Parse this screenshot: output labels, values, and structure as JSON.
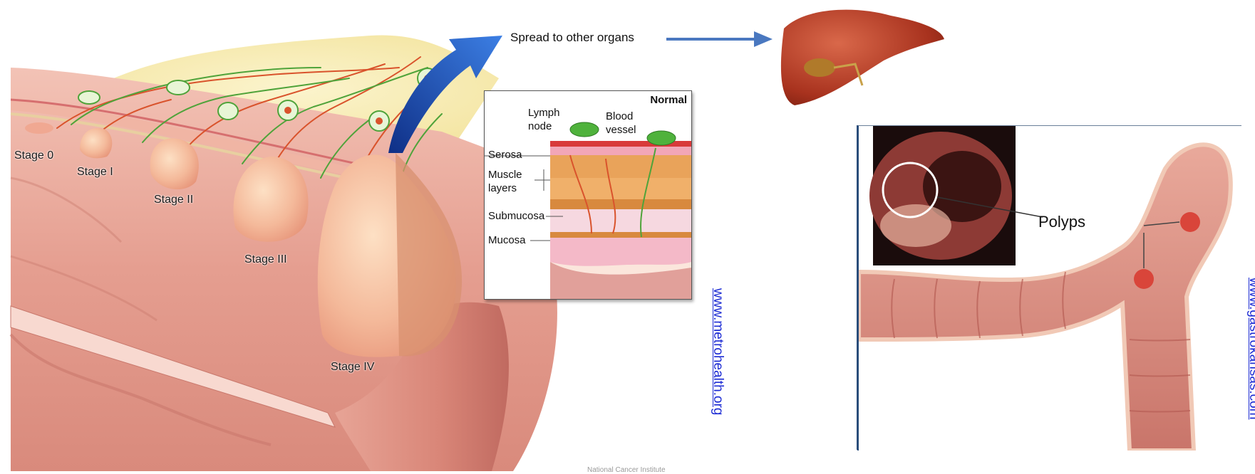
{
  "left_diagram": {
    "stages": [
      "Stage 0",
      "Stage I",
      "Stage II",
      "Stage III",
      "Stage IV"
    ],
    "spread_label": "Spread to other organs"
  },
  "normal_inset": {
    "title": "Normal",
    "lymph_node": [
      "Lymph",
      "node"
    ],
    "blood_vessel": [
      "Blood",
      "vessel"
    ],
    "layers": [
      "Serosa",
      "Muscle",
      "layers",
      "Submucosa",
      "Mucosa"
    ]
  },
  "credits": {
    "left_url": "www.metrohealth.org",
    "right_url": "www.gastrokansas.com",
    "footer": "National Cancer Institute"
  },
  "right_diagram": {
    "polyps_label": "Polyps"
  },
  "colors": {
    "tissue": "#e8a79a",
    "tissue_dark": "#c9685c",
    "fat": "#f6e9a6",
    "arrow_blue": "#2e63c9",
    "link_blue": "#1c2bd4",
    "vessel_red": "#d9532c",
    "lymph_green": "#4fa33a"
  }
}
